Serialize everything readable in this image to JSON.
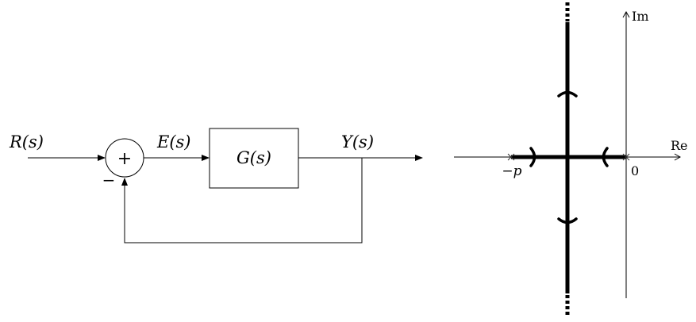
{
  "block_diagram": {
    "input_label": "R(s)",
    "error_label": "E(s)",
    "plant_label": "G(s)",
    "output_label": "Y(s)",
    "sum_plus": "+",
    "sum_minus": "−"
  },
  "root_locus": {
    "real_axis_label": "Re",
    "imag_axis_label": "Im",
    "pole1_label": "−p",
    "pole2_label": "0"
  }
}
